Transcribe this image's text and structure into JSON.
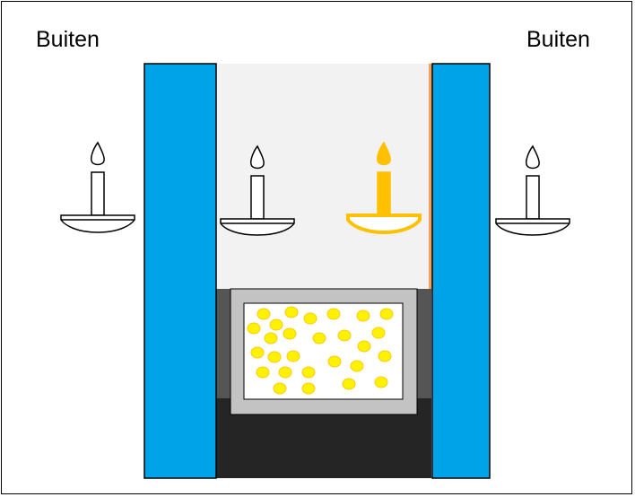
{
  "labels": {
    "outside_left": "Buiten",
    "outside_right": "Buiten"
  },
  "colors": {
    "wall": "#00a2e8",
    "interior": "#f2f2f2",
    "oven_dark": "#252525",
    "oven_side": "#555555",
    "oven_frame": "#c3c3c3",
    "coal": "#fff200",
    "coal_edge": "#ffc90e",
    "lit_candle": "#ffc000",
    "orange_strip": "#f5a05a"
  },
  "candles": [
    {
      "name": "candle-outside-left",
      "lit": false
    },
    {
      "name": "candle-inside-left",
      "lit": false
    },
    {
      "name": "candle-inside-right",
      "lit": true
    },
    {
      "name": "candle-outside-right",
      "lit": false
    }
  ]
}
